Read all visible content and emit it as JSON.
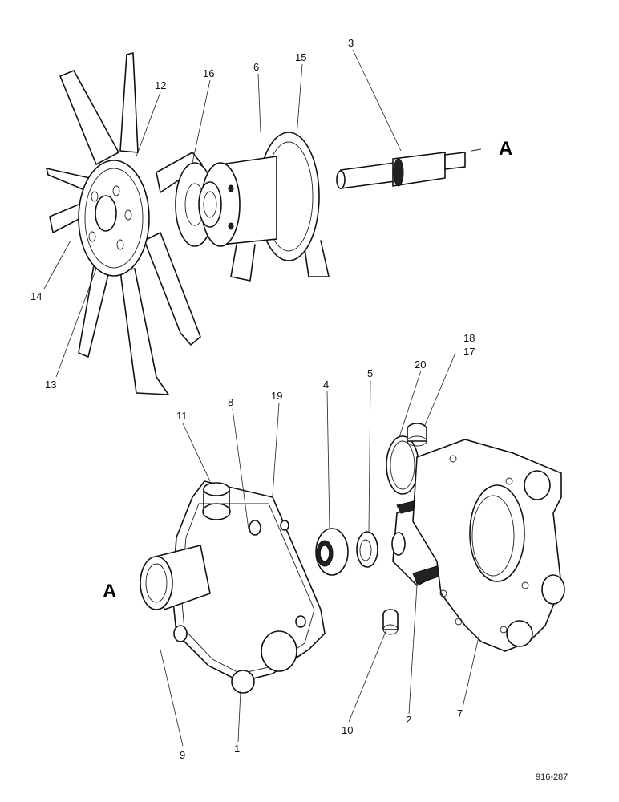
{
  "view_markers": {
    "upper": "A",
    "lower": "A"
  },
  "callouts": {
    "c1": "1",
    "c2": "2",
    "c3": "3",
    "c4": "4",
    "c5": "5",
    "c6": "6",
    "c7": "7",
    "c8": "8",
    "c9": "9",
    "c10": "10",
    "c11": "11",
    "c12": "12",
    "c13": "13",
    "c14": "14",
    "c15": "15",
    "c16": "16",
    "c17": "17",
    "c18": "18",
    "c19": "19",
    "c20": "20"
  },
  "drawing_code": "916-287"
}
